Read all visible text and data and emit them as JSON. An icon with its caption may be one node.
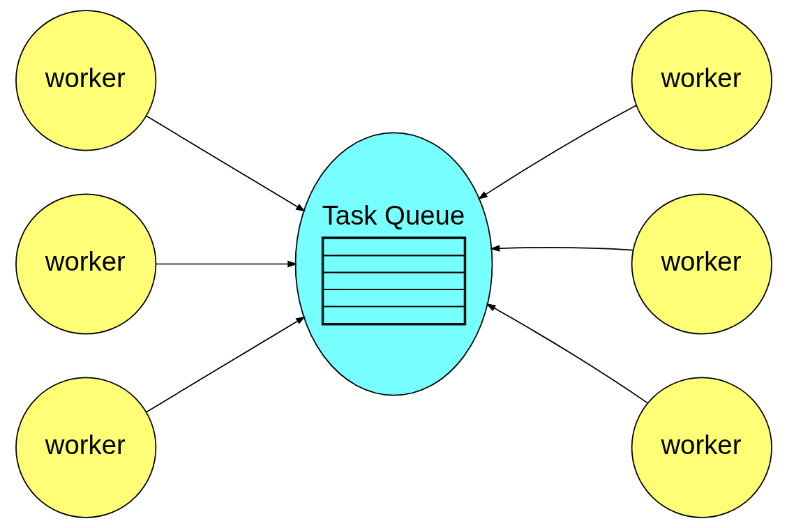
{
  "diagram": {
    "nodes": [
      {
        "text": [
          "worker"
        ]
      },
      {
        "text": [
          "worker"
        ]
      },
      {
        "text": [
          "worker"
        ]
      },
      {
        "text": [
          "Task Queue"
        ]
      },
      {
        "text": [
          "worker"
        ]
      },
      {
        "text": [
          "worker"
        ]
      },
      {
        "text": [
          "worker"
        ]
      }
    ],
    "edges": [
      {
        "from": 0,
        "to": 3,
        "arrow": "to"
      },
      {
        "from": 1,
        "to": 3,
        "arrow": "to"
      },
      {
        "from": 2,
        "to": 3,
        "arrow": "to"
      },
      {
        "from": 4,
        "to": 3,
        "arrow": "to"
      },
      {
        "from": 5,
        "to": 3,
        "arrow": "to"
      },
      {
        "from": 6,
        "to": 3,
        "arrow": "to"
      }
    ]
  }
}
